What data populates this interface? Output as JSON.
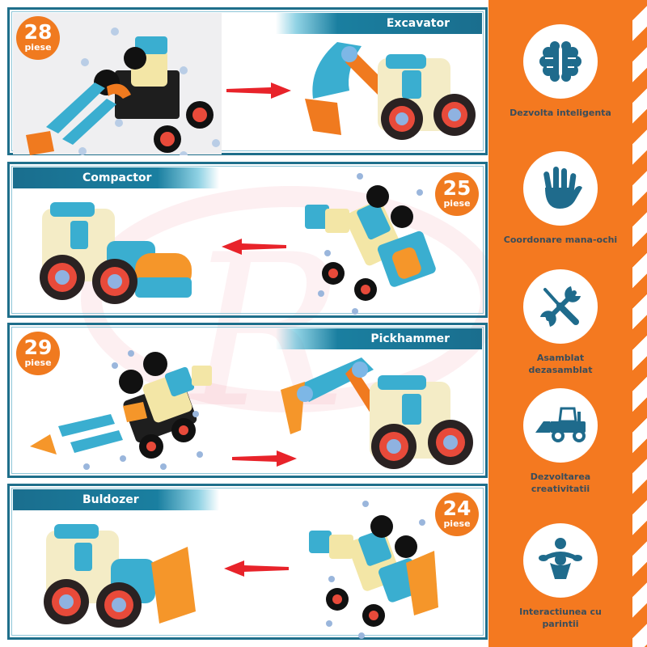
{
  "panels": [
    {
      "title": "Excavator",
      "pieces": "28",
      "pieces_label": "piese",
      "arrow_direction": "right"
    },
    {
      "title": "Compactor",
      "pieces": "25",
      "pieces_label": "piese",
      "arrow_direction": "left"
    },
    {
      "title": "Pickhammer",
      "pieces": "29",
      "pieces_label": "piese",
      "arrow_direction": "right"
    },
    {
      "title": "Buldozer",
      "pieces": "24",
      "pieces_label": "piese",
      "arrow_direction": "left"
    }
  ],
  "sidebar": {
    "features": [
      {
        "icon": "brain-icon",
        "label": "Dezvolta inteligenta"
      },
      {
        "icon": "hand-icon",
        "label": "Coordonare mana-ochi"
      },
      {
        "icon": "tools-icon",
        "label_line1": "Asamblat",
        "label_line2": "dezasamblat"
      },
      {
        "icon": "bulldozer-icon",
        "label_line1": "Dezvoltarea",
        "label_line2": "creativitatii"
      },
      {
        "icon": "parent-child-icon",
        "label_line1": "Interactiunea cu",
        "label_line2": "parintii"
      }
    ]
  },
  "colors": {
    "orange": "#f47920",
    "badge_orange": "#f07a1f",
    "teal_dark": "#1a6e8e",
    "icon_blue": "#1f6b8c",
    "label_text": "#3a4d5a",
    "arrow_red": "#e8232a"
  }
}
